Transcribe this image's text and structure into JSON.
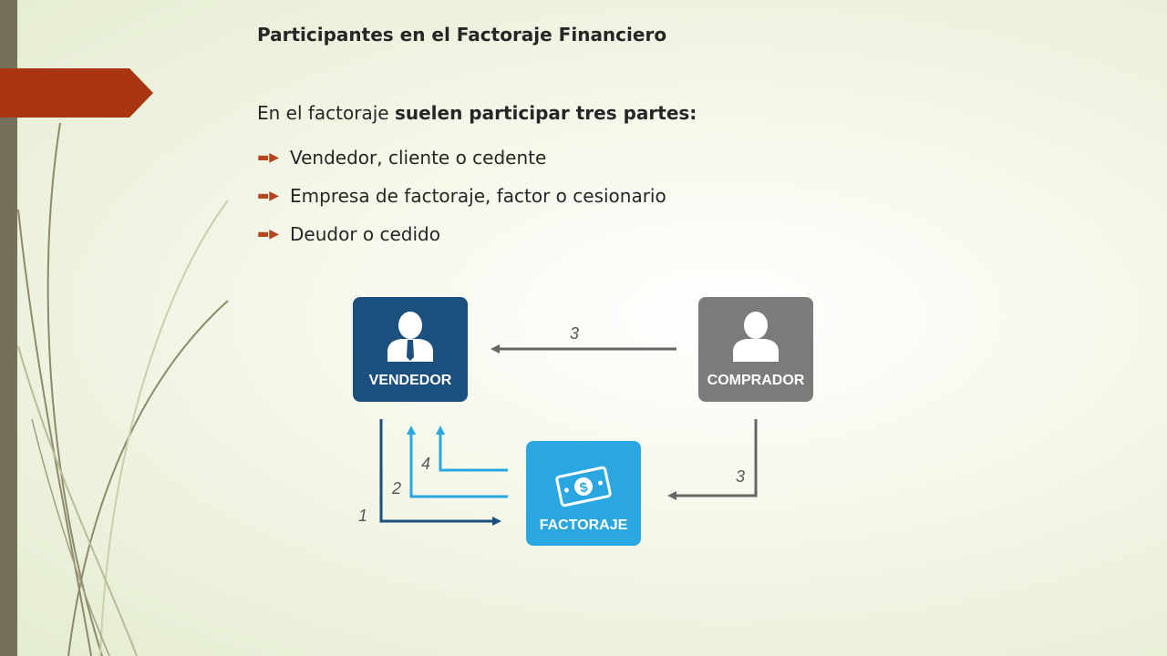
{
  "slide": {
    "title": "Participantes en el Factoraje Financiero",
    "intro_prefix": "En el factoraje ",
    "intro_bold": "suelen participar tres partes:",
    "bullets": [
      "Vendedor, cliente o cedente",
      "Empresa de factoraje, factor o cesionario",
      "Deudor o cedido"
    ],
    "accent_color": "#a93512",
    "strip_color": "#75705a"
  },
  "diagram": {
    "nodes": {
      "vendedor": {
        "label": "VENDEDOR",
        "color": "#1b4f7e",
        "icon": "businessman-icon"
      },
      "comprador": {
        "label": "COMPRADOR",
        "color": "#7b7b7b",
        "icon": "person-icon"
      },
      "factoraje": {
        "label": "FACTORAJE",
        "color": "#2aa7e1",
        "icon": "banknote-icon"
      }
    },
    "arrows": {
      "comprador_to_vendedor": "3",
      "comprador_to_factoraje": "3",
      "vendedor_to_factoraje": "1",
      "factoraje_to_vendedor_a": "2",
      "factoraje_to_vendedor_b": "4"
    }
  }
}
